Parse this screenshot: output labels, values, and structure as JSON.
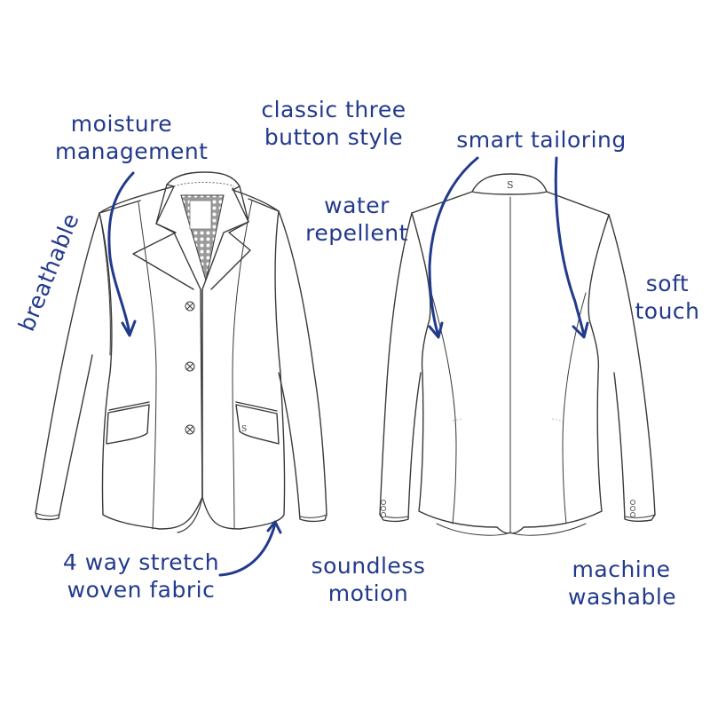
{
  "figure": {
    "description": "Technical line drawing of a riding show jacket, front and back views, annotated with handwritten feature callouts",
    "colors": {
      "background": "#ffffff",
      "annotation_text": "#223a8c",
      "arrow": "#223a8c",
      "line_art": "#3a3a3a",
      "collar_lining_pattern": "#8a8a8a"
    },
    "views": [
      {
        "name": "front",
        "buttons": 3,
        "pockets": 2,
        "sleeve_buttons": 0
      },
      {
        "name": "back",
        "center_seam": true,
        "sleeve_buttons": 3
      }
    ]
  },
  "annotations": {
    "moisture_management": {
      "line1": "moisture",
      "line2": "management"
    },
    "breathable": {
      "line1": "breathable"
    },
    "classic_three_button": {
      "line1": "classic three",
      "line2": "button style"
    },
    "water_repellent": {
      "line1": "water",
      "line2": "repellent"
    },
    "smart_tailoring": {
      "line1": "smart tailoring"
    },
    "soft_touch": {
      "line1": "soft",
      "line2": "touch"
    },
    "four_way_stretch": {
      "line1": "4 way stretch",
      "line2": "woven fabric"
    },
    "soundless_motion": {
      "line1": "soundless",
      "line2": "motion"
    },
    "machine_washable": {
      "line1": "machine",
      "line2": "washable"
    }
  },
  "logo_mark": "S"
}
